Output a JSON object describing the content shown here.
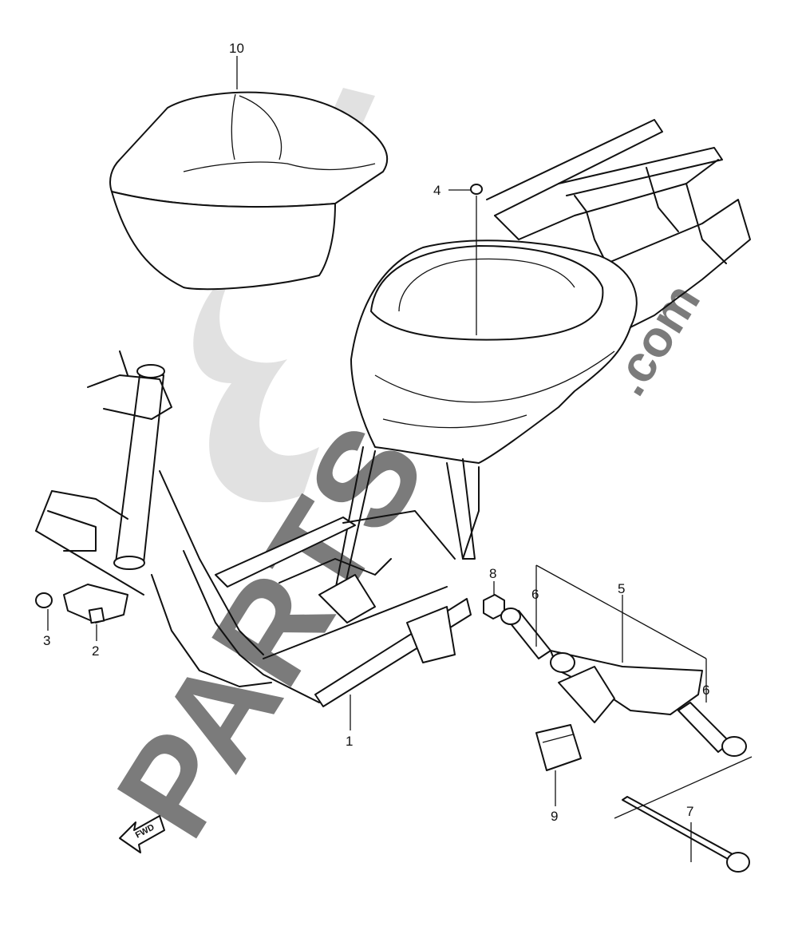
{
  "watermark": {
    "brand": "PARTSSS",
    "suffix": ".com"
  },
  "fwd_label": "FWD",
  "parts": [
    {
      "id": "p10",
      "label": "10"
    },
    {
      "id": "p4",
      "label": "4"
    },
    {
      "id": "p8",
      "label": "8"
    },
    {
      "id": "p6a",
      "label": "6"
    },
    {
      "id": "p5",
      "label": "5"
    },
    {
      "id": "p6b",
      "label": "6"
    },
    {
      "id": "p3",
      "label": "3"
    },
    {
      "id": "p2",
      "label": "2"
    },
    {
      "id": "p1",
      "label": "1"
    },
    {
      "id": "p9",
      "label": "9"
    },
    {
      "id": "p7",
      "label": "7"
    }
  ]
}
